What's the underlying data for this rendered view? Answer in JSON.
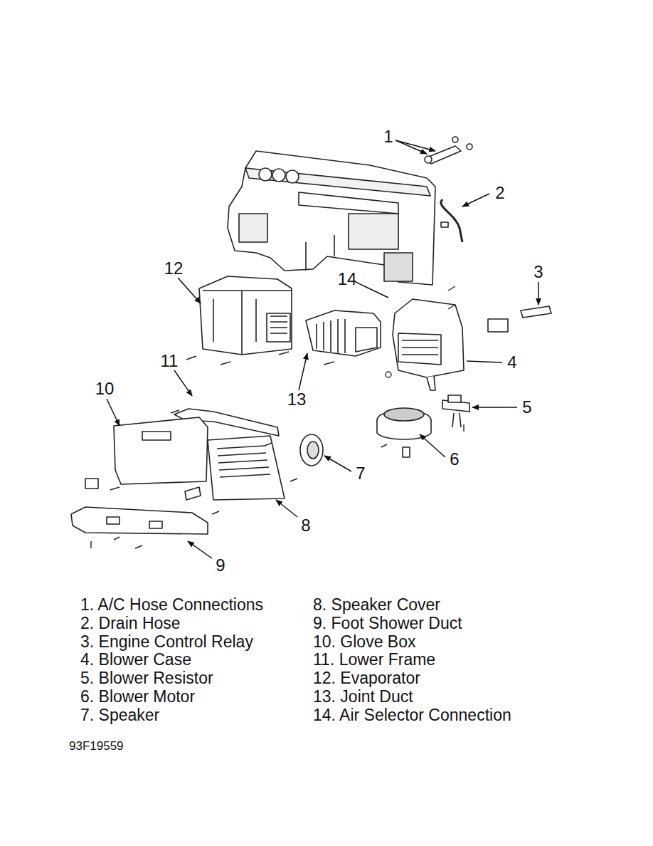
{
  "diagram": {
    "labels": [
      "1",
      "2",
      "12",
      "14",
      "3",
      "11",
      "13",
      "4",
      "10",
      "5",
      "6",
      "7",
      "8",
      "9",
      "1. A/C Hose Connections",
      "2. Drain Hose",
      "3. Engine Control Relay",
      "4. Blower Case",
      "5. Blower Resistor",
      "6. Blower Motor",
      "7. Speaker",
      "8. Speaker Cover",
      "9. Foot Shower Duct",
      "10. Glove Box",
      "11. Lower Frame",
      "12. Evaporator",
      "13. Joint Duct",
      "14. Air Selector Connection",
      "93F19559"
    ]
  }
}
